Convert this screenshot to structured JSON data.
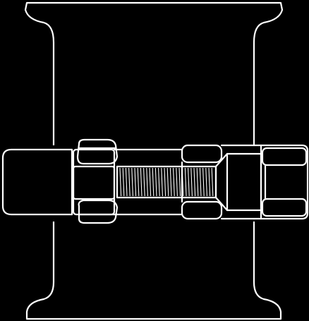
{
  "figure": {
    "background": "#000000",
    "stroke": "#ffffff",
    "parts": [
      "flange-spool",
      "pipe-end",
      "bolt-head",
      "nut-upper",
      "nut-lower",
      "threaded-rod",
      "coupling-nut",
      "tapered-adapter",
      "hex-fitting"
    ]
  }
}
